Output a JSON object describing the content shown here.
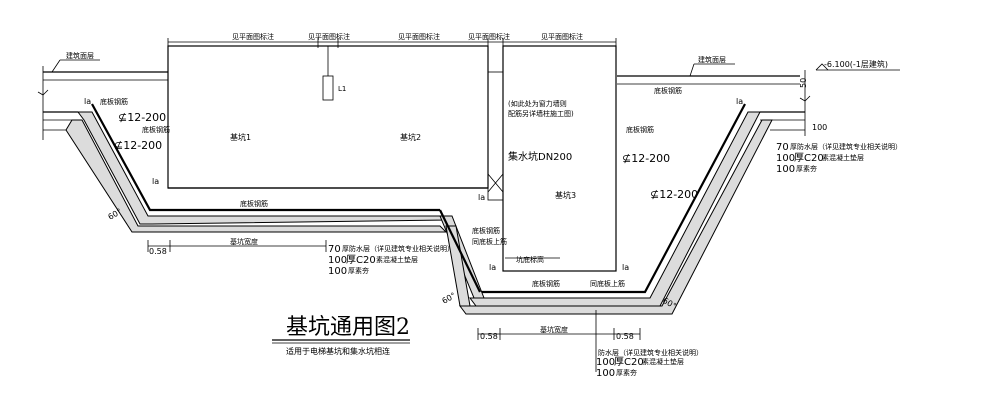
{
  "title": "基坑通用图2",
  "subtitle": "适用于电梯基坑和集水坑相连",
  "dim_top": {
    "label_1": "见平面图标注",
    "label_2": "见平面图标注",
    "label_3": "见平面图标注",
    "label_4": "见平面图标注",
    "label_5": "见平面图标注"
  },
  "labels": {
    "floor_left": "建筑面层",
    "floor_right": "建筑面层",
    "elevation": "-6.100(-1层建筑)",
    "dim_50": "50",
    "dim_100": "100",
    "la": "la",
    "rebar_left_1": "⊈12-200",
    "rebar_left_2": "⊈12-200",
    "rebar_right_1": "⊈12-200",
    "rebar_right_2": "⊈12-200",
    "bottom_rebar": "底板钢筋",
    "pit1": "基坑1",
    "pit2": "基坑2",
    "pit3": "基坑3",
    "l1": "L1",
    "note_wall": "(如此处为窗力墙则",
    "note_wall2": "配筋另详墙柱施工图)",
    "drain": "集水坑DN200",
    "same_board": "同底板上筋",
    "same_board_2": "同底板上筋",
    "pit_width": "基坑宽度",
    "pit_width_2": "基坑宽度",
    "dim_058": "0.58",
    "dim_058_b": "0.58",
    "dim_058_c": "0.58",
    "layer_70": "70",
    "layer_70_text": "厚防水层（详见建筑专业相关说明）",
    "layer_100a": "100",
    "layer_100a_text": "厚C20",
    "layer_100a_text2": "素混凝土垫层",
    "layer_100b": "100",
    "layer_100b_text": "厚素夯",
    "right_70": "70",
    "right_70_text": "厚防水层（详见建筑专业相关说明）",
    "right_100a": "100",
    "right_100a_text": "厚C20",
    "right_100a_text2": "素混凝土垫层",
    "right_100b": "100",
    "right_100b_text": "厚素夯",
    "bottom_layer_text": "防水层（详见建筑专业相关说明）",
    "bottom_100a": "100",
    "bottom_100a_text": "厚C20",
    "bottom_100a_text2": "素混凝土垫层",
    "bottom_100b": "100",
    "bottom_100b_text": "厚素夯",
    "angle_60": "60°",
    "pit_bottom": "坑底标高"
  }
}
